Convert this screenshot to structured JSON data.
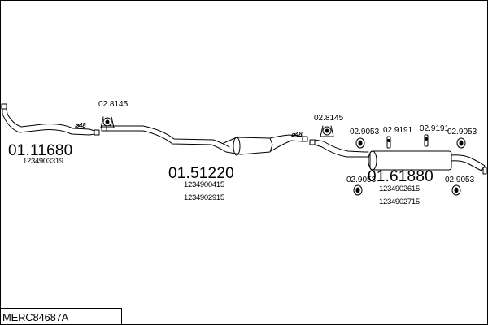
{
  "drawing_id": "MERC84687A",
  "parts": [
    {
      "code": "01.11680",
      "refs": [
        "1234903319"
      ],
      "pipe_diameter": "⌀48"
    },
    {
      "code": "01.51220",
      "refs": [
        "1234900415",
        "1234902915"
      ],
      "pipe_diameter": "⌀48"
    },
    {
      "code": "01.61880",
      "refs": [
        "1234902615",
        "1234902715"
      ]
    }
  ],
  "accessories": {
    "clamp_1": "02.8145",
    "clamp_2": "02.8145",
    "hanger_a": "02.9053",
    "hanger_b": "02.9191",
    "hanger_c": "02.9191",
    "hanger_d": "02.9053",
    "hanger_e": "02.9053",
    "hanger_f": "02.9053"
  }
}
